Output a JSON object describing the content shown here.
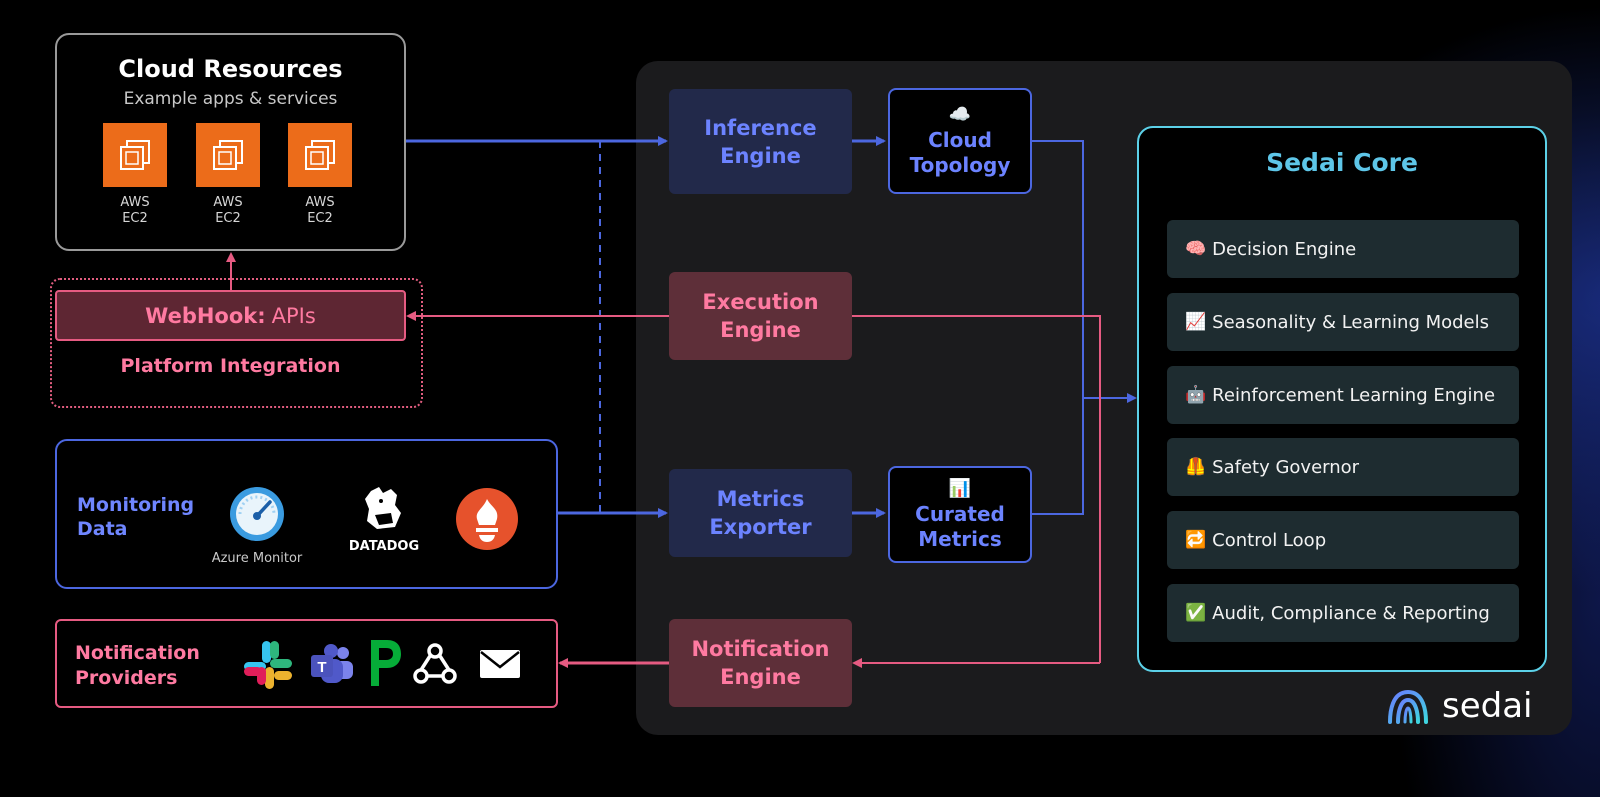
{
  "cloud_resources": {
    "title": "Cloud Resources",
    "subtitle": "Example apps & services",
    "instances": [
      {
        "line1": "AWS",
        "line2": "EC2"
      },
      {
        "line1": "AWS",
        "line2": "EC2"
      },
      {
        "line1": "AWS",
        "line2": "EC2"
      }
    ]
  },
  "platform_integration": {
    "webhook_bold": "WebHook:",
    "webhook_rest": "APIs",
    "label": "Platform Integration"
  },
  "monitoring": {
    "title_line1": "Monitoring",
    "title_line2": "Data",
    "azure_label": "Azure Monitor",
    "datadog_label": "DATADOG"
  },
  "notification_providers": {
    "title_line1": "Notification",
    "title_line2": "Providers"
  },
  "engines": {
    "inference": {
      "line1": "Inference",
      "line2": "Engine"
    },
    "execution": {
      "line1": "Execution",
      "line2": "Engine"
    },
    "metrics": {
      "line1": "Metrics",
      "line2": "Exporter"
    },
    "notification": {
      "line1": "Notification",
      "line2": "Engine"
    }
  },
  "cloud_topology": {
    "icon": "☁️",
    "line1": "Cloud",
    "line2": "Topology"
  },
  "curated_metrics": {
    "icon": "📊",
    "line1": "Curated",
    "line2": "Metrics"
  },
  "core": {
    "title": "Sedai Core",
    "items": [
      {
        "icon": "🧠",
        "label": "Decision Engine"
      },
      {
        "icon": "📈",
        "label": "Seasonality & Learning Models"
      },
      {
        "icon": "🤖",
        "label": "Reinforcement Learning Engine"
      },
      {
        "icon": "🦺",
        "label": "Safety Governor"
      },
      {
        "icon": "🔁",
        "label": "Control Loop"
      },
      {
        "icon": "✅",
        "label": "Audit, Compliance & Reporting"
      }
    ]
  },
  "brand": {
    "name": "sedai"
  },
  "colors": {
    "blue": "#4c67e0",
    "pink": "#e65b82",
    "cyan": "#5cd1e8",
    "aws_orange": "#ec6c1a"
  }
}
